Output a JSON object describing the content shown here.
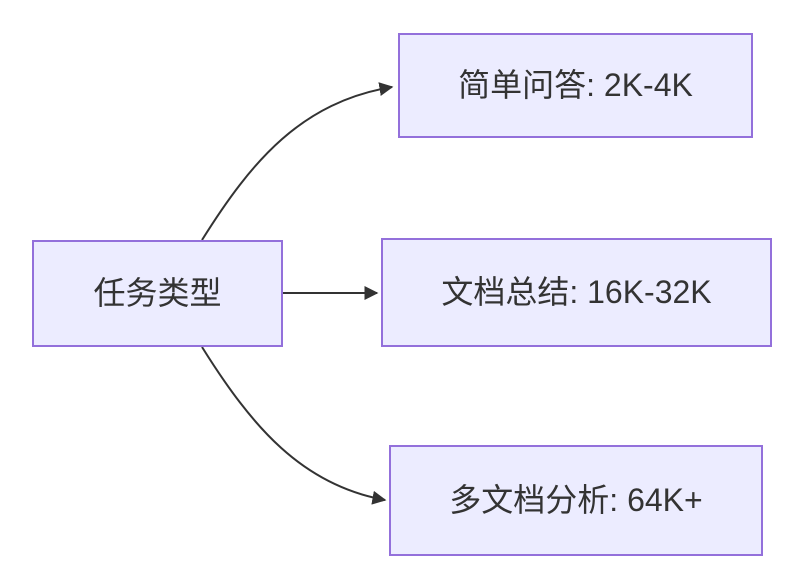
{
  "diagram": {
    "root": {
      "label": "任务类型"
    },
    "children": [
      {
        "label": "简单问答: 2K-4K"
      },
      {
        "label": "文档总结: 16K-32K"
      },
      {
        "label": "多文档分析: 64K+"
      }
    ]
  },
  "colors": {
    "node-fill": "#ECECFF",
    "node-border": "#9370DB",
    "edge": "#333333",
    "text": "#333333",
    "background": "#FFFFFF"
  }
}
